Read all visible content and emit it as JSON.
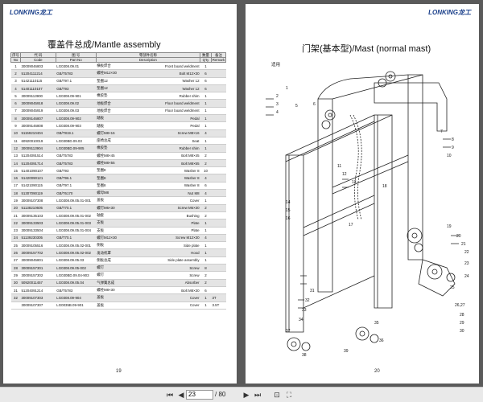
{
  "left_page": {
    "logo": "LONKING龙工",
    "title": "覆盖件总成/Mantle assembly",
    "page_number": "19",
    "headers": [
      [
        "序号",
        "No"
      ],
      [
        "代 码",
        "Code"
      ],
      [
        "图 号",
        "Part No"
      ],
      [
        "零部件名称",
        "Description"
      ],
      [
        "",
        "Description"
      ],
      [
        "数量",
        "Q'ty"
      ],
      [
        "备注",
        "Remark"
      ]
    ],
    "rows": [
      [
        "1",
        "30009046803",
        "LG0308.09.01",
        "横板焊合",
        "Front board weldment",
        "1",
        ""
      ],
      [
        "2",
        "51204111214",
        "GB/T5783",
        "螺栓M12×30",
        "Bolt M12×30",
        "6",
        ""
      ],
      [
        "3",
        "51421110115",
        "GB/T97.1",
        "垫圈12",
        "Washer 12",
        "6",
        ""
      ],
      [
        "4",
        "51401110107",
        "GB/T93",
        "垫圈12",
        "Washer 12",
        "6",
        ""
      ],
      [
        "5",
        "30009113900",
        "LG0308.09-901",
        "橡胶垫",
        "Rubber shim",
        "1",
        ""
      ],
      [
        "6",
        "30009045918",
        "LG0308.09.02",
        "地板焊合",
        "Floor board weldment",
        "1",
        ""
      ],
      [
        "7",
        "30009045919",
        "LG0308.09.03",
        "地板焊合",
        "Floor board weldment",
        "1",
        ""
      ],
      [
        "8",
        "30009146807",
        "LG0308.09-902",
        "踏板",
        "Pedal",
        "1",
        ""
      ],
      [
        "9",
        "30009146808",
        "LG0308.09-903",
        "踏板",
        "Pedal",
        "1",
        ""
      ],
      [
        "10",
        "51159210404",
        "GB/T819.1",
        "螺钉M8×16",
        "Screw M8×16",
        "4",
        ""
      ],
      [
        "11",
        "60920010019",
        "LG030BD.09.03",
        "座椅总成",
        "Seat",
        "1",
        ""
      ],
      [
        "12",
        "30009113904",
        "LG030BD.09-905",
        "橡胶垫",
        "Rubber shim",
        "1",
        ""
      ],
      [
        "13",
        "51204091514",
        "GB/T5783",
        "螺栓M8×45",
        "Bolt M8×45",
        "2",
        ""
      ],
      [
        "14",
        "51204091714",
        "GB/T5783",
        "螺栓M8×55",
        "Bolt M8×55",
        "2",
        ""
      ],
      [
        "15",
        "51401090107",
        "GB/T93",
        "垫圈8",
        "Washer 8",
        "10",
        ""
      ],
      [
        "16",
        "51420090121",
        "GB/T96.1",
        "垫圈8",
        "Washer 8",
        "4",
        ""
      ],
      [
        "17",
        "51421090115",
        "GB/T97.1",
        "垫圈8",
        "Washer 8",
        "6",
        ""
      ],
      [
        "18",
        "51307090119",
        "GB/T6170",
        "螺母M8",
        "Nut M8",
        "4",
        ""
      ],
      [
        "19",
        "30009107308",
        "LG0308.09.05.01-001",
        "盖板",
        "Cover",
        "1",
        ""
      ],
      [
        "20",
        "51138210605",
        "GB/T70.1",
        "螺钉M6×30",
        "Screw M6×30",
        "2",
        ""
      ],
      [
        "21",
        "30009135103",
        "LG0308.09.05.01-002",
        "轴套",
        "Bushing",
        "2",
        ""
      ],
      [
        "22",
        "30009133503",
        "LG0308.09.05.01-003",
        "支板",
        "Plate",
        "1",
        ""
      ],
      [
        "23",
        "30009133504",
        "LG0308.09.05.01-004",
        "支板",
        "Plate",
        "1",
        ""
      ],
      [
        "24",
        "51139230305",
        "GB/T70.1",
        "螺钉M12×30",
        "Screw M12×30",
        "4",
        ""
      ],
      [
        "25",
        "30009105516",
        "LG0308.09.05.02-001",
        "侧板",
        "Side plate",
        "1",
        ""
      ],
      [
        "26",
        "30009157702",
        "LG0308.09.05.02-002",
        "发动机罩",
        "Hood",
        "1",
        ""
      ],
      [
        "27",
        "30009045801",
        "LG0308.09.05.03",
        "侧板总成",
        "Side plate assembly",
        "1",
        ""
      ],
      [
        "28",
        "30009157301",
        "LG0308.09.05-002",
        "螺钉",
        "Screw",
        "8",
        ""
      ],
      [
        "29",
        "30009157302",
        "LG030BD.09.04-903",
        "螺钉",
        "Screw",
        "2",
        ""
      ],
      [
        "30",
        "50920011457",
        "LG0308.09.05.04",
        "气弹簧总成",
        "Absorber",
        "2",
        ""
      ],
      [
        "31",
        "51204091214",
        "GB/T5783",
        "螺栓M8×30",
        "Bolt M8×30",
        "6",
        ""
      ],
      [
        "32",
        "30009107303",
        "LG0308.09-904",
        "盖板",
        "Cover",
        "1",
        "3T"
      ],
      [
        "",
        "30009107307",
        "LG0035B.09-901",
        "盖板",
        "Cover",
        "1",
        "3.5T"
      ]
    ]
  },
  "right_page": {
    "logo": "LONKING龙工",
    "title": "门架(基本型)/Mast (normal mast)",
    "applicable": "适用",
    "page_number": "20",
    "callouts": [
      "1",
      "2",
      "3",
      "4",
      "5",
      "6",
      "7",
      "8",
      "9",
      "10",
      "11",
      "12",
      "13",
      "14",
      "15",
      "16",
      "17",
      "18",
      "19",
      "20",
      "21",
      "22",
      "23",
      "24",
      "25",
      "26,27",
      "28",
      "29",
      "30",
      "31",
      "32",
      "33",
      "34",
      "35",
      "36",
      "37",
      "38",
      "39"
    ]
  },
  "toolbar": {
    "current_page": "23",
    "page_count": "/ 80",
    "icons": [
      "first-page-icon",
      "prev-page-icon",
      "next-page-icon",
      "last-page-icon",
      "fit-page-icon",
      "fullscreen-icon"
    ]
  }
}
